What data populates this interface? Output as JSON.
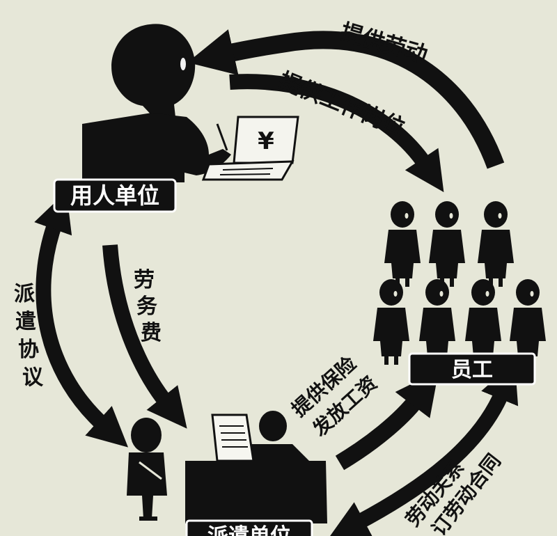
{
  "nodes": {
    "employer": "用人单位",
    "employees": "员工",
    "dispatch_agency": "派遣单位"
  },
  "flows": {
    "provide_labor": "提供劳动",
    "provide_jobs": "提供工作岗位",
    "labor_fee": [
      "劳",
      "务",
      "费"
    ],
    "dispatch_agreement": [
      "派",
      "遣",
      "协",
      "议"
    ],
    "insurance": "提供保险",
    "wages": "发放工资",
    "labor_relation": "劳动关系",
    "contract": "订劳动合同"
  },
  "icons": {
    "laptop_symbol": "¥"
  },
  "colors": {
    "background": "#e6e7d8",
    "ink": "#111111",
    "label_text": "#ffffff"
  }
}
